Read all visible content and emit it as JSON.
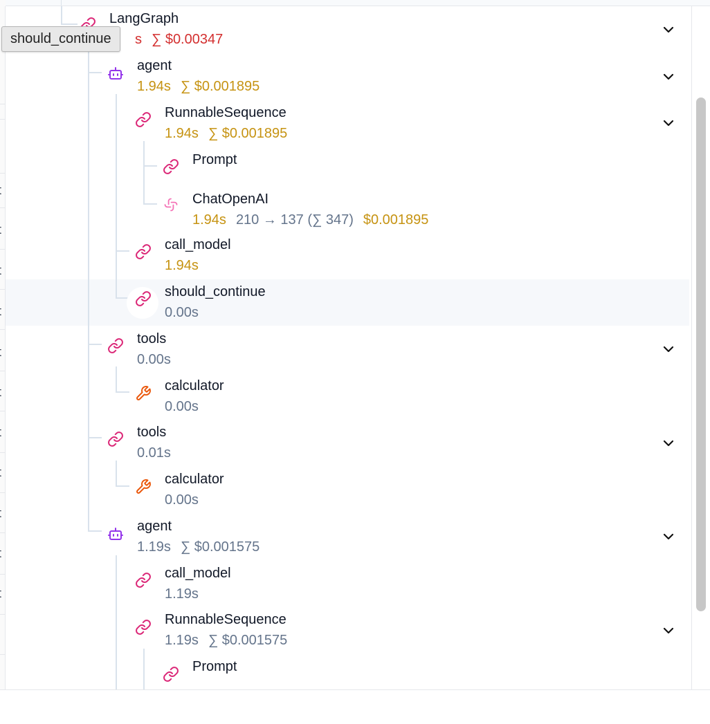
{
  "tooltip": {
    "text": "should_continue"
  },
  "colors": {
    "chain_icon": "#db2777",
    "agent_icon": "#9333ea",
    "llm_icon": "#f472b6",
    "tool_icon": "#ea580c",
    "latency_gold": "#c69312",
    "latency_red": "#d32f2f",
    "muted": "#64748b"
  },
  "background": {
    "row_chars": [
      "t",
      "t",
      "t",
      "t",
      "t",
      "t",
      "t",
      "t",
      "t",
      "t",
      "t"
    ]
  },
  "trace": {
    "root": {
      "name": "LangGraph",
      "latency": "s",
      "cost": "∑ $0.00347",
      "icon": "link-icon"
    },
    "agent_1": {
      "name": "agent",
      "latency": "1.94s",
      "cost": "∑ $0.001895",
      "icon": "robot-icon"
    },
    "runnable_1": {
      "name": "RunnableSequence",
      "latency": "1.94s",
      "cost": "∑ $0.001895",
      "icon": "link-icon"
    },
    "prompt_1": {
      "name": "Prompt",
      "icon": "link-icon"
    },
    "chatopenai": {
      "name": "ChatOpenAI",
      "latency": "1.94s",
      "tokens": "210 → 137 (∑ 347)",
      "cost": "$0.001895",
      "icon": "openai-icon"
    },
    "call_model_1": {
      "name": "call_model",
      "latency": "1.94s",
      "icon": "link-icon"
    },
    "should_continue": {
      "name": "should_continue",
      "latency": "0.00s",
      "icon": "link-icon"
    },
    "tools_1": {
      "name": "tools",
      "latency": "0.00s",
      "icon": "link-icon"
    },
    "calculator_1": {
      "name": "calculator",
      "latency": "0.00s",
      "icon": "wrench-icon"
    },
    "tools_2": {
      "name": "tools",
      "latency": "0.01s",
      "icon": "link-icon"
    },
    "calculator_2": {
      "name": "calculator",
      "latency": "0.00s",
      "icon": "wrench-icon"
    },
    "agent_2": {
      "name": "agent",
      "latency": "1.19s",
      "cost": "∑ $0.001575",
      "icon": "robot-icon"
    },
    "call_model_2": {
      "name": "call_model",
      "latency": "1.19s",
      "icon": "link-icon"
    },
    "runnable_2": {
      "name": "RunnableSequence",
      "latency": "1.19s",
      "cost": "∑ $0.001575",
      "icon": "link-icon"
    },
    "prompt_2": {
      "name": "Prompt",
      "icon": "link-icon"
    }
  }
}
